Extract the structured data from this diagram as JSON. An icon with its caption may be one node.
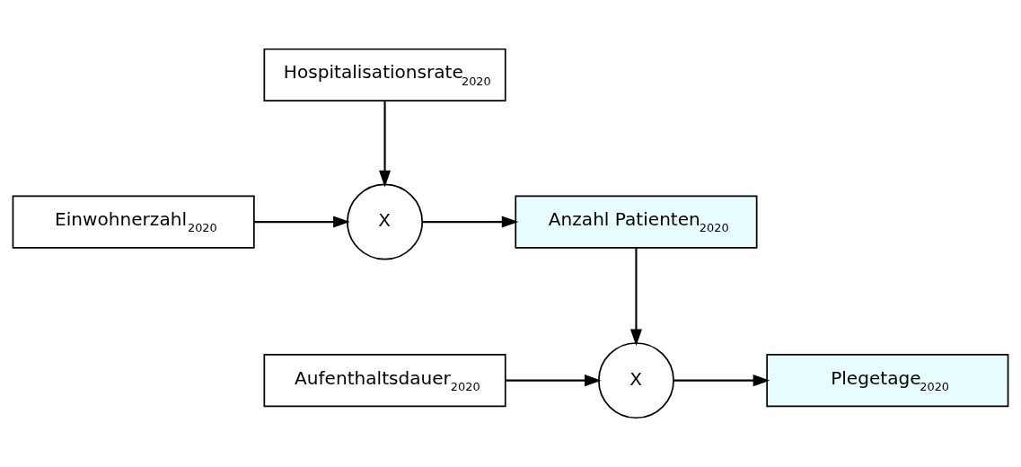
{
  "diagram": {
    "nodes": [
      {
        "text": [
          "Hospitalisationsrate$_{2020}$"
        ]
      },
      {
        "text": [
          "Einwohnerzahl$_{2020}$"
        ]
      },
      {
        "text": [
          "X"
        ]
      },
      {
        "text": [
          "Anzahl Patienten$_{2020}$"
        ]
      },
      {
        "text": [
          "Aufenthaltsdauer$_{2020}$"
        ]
      },
      {
        "text": [
          "X"
        ]
      },
      {
        "text": [
          "Plegetage$_{2020}$"
        ]
      }
    ],
    "edges": [
      {
        "from": 0,
        "to": 2,
        "arrow": "to"
      },
      {
        "from": 1,
        "to": 2,
        "arrow": "to"
      },
      {
        "from": 2,
        "to": 3,
        "arrow": "to"
      },
      {
        "from": 3,
        "to": 5,
        "arrow": "to"
      },
      {
        "from": 4,
        "to": 5,
        "arrow": "to"
      },
      {
        "from": 5,
        "to": 6,
        "arrow": "to"
      }
    ]
  }
}
